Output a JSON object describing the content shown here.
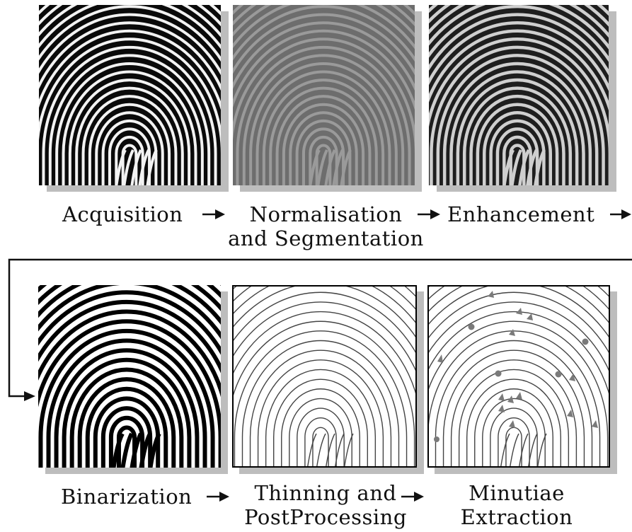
{
  "stages": {
    "acquisition": "Acquisition",
    "normalisation_line1": "Normalisation",
    "normalisation_line2": "and Segmentation",
    "enhancement": "Enhancement",
    "binarization": "Binarization",
    "thinning_line1": "Thinning and",
    "thinning_line2": "PostProcessing",
    "minutiae_line1": "Minutiae",
    "minutiae_line2": "Extraction"
  },
  "colors": {
    "ridge_dark": "#0a0a0a",
    "ridge_light": "#f2f2f2",
    "normalised_bg": "#6d6d6d",
    "normalised_ridge": "#9a9a9a",
    "thin_line": "#444444",
    "minutia_marker": "#7a7a7a",
    "shadow": "#bdbdbd"
  }
}
